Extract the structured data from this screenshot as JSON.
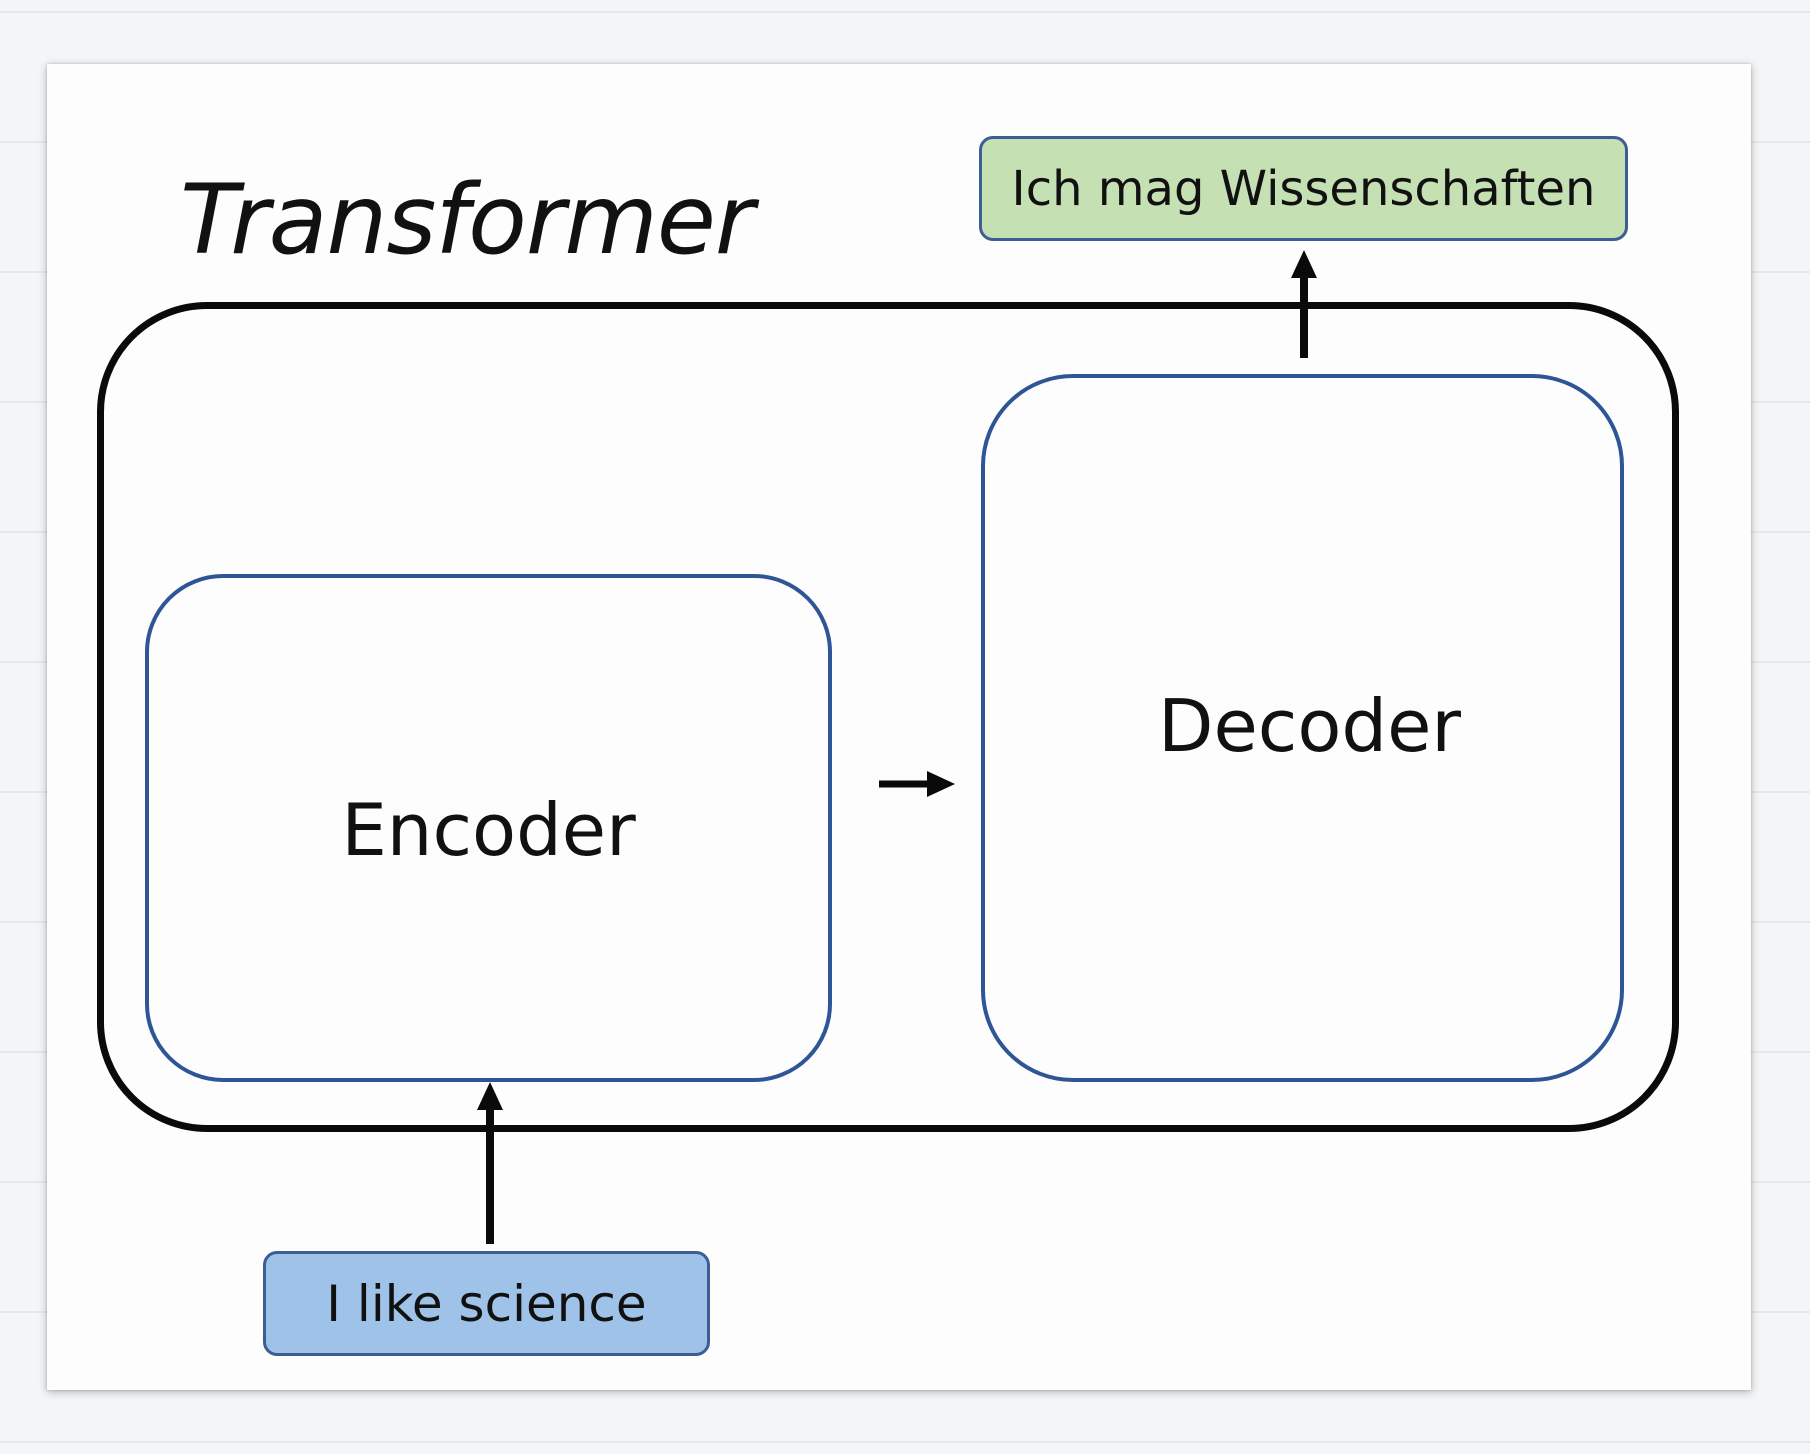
{
  "diagram": {
    "title": "Transformer",
    "encoder_label": "Encoder",
    "decoder_label": "Decoder",
    "input_text": "I like science",
    "output_text": "Ich mag Wissenschaften"
  },
  "colors": {
    "module_border": "#2e5596",
    "input_fill": "#9fc3e8",
    "output_fill": "#c5e0b3",
    "outer_border": "#0a0a0a"
  }
}
